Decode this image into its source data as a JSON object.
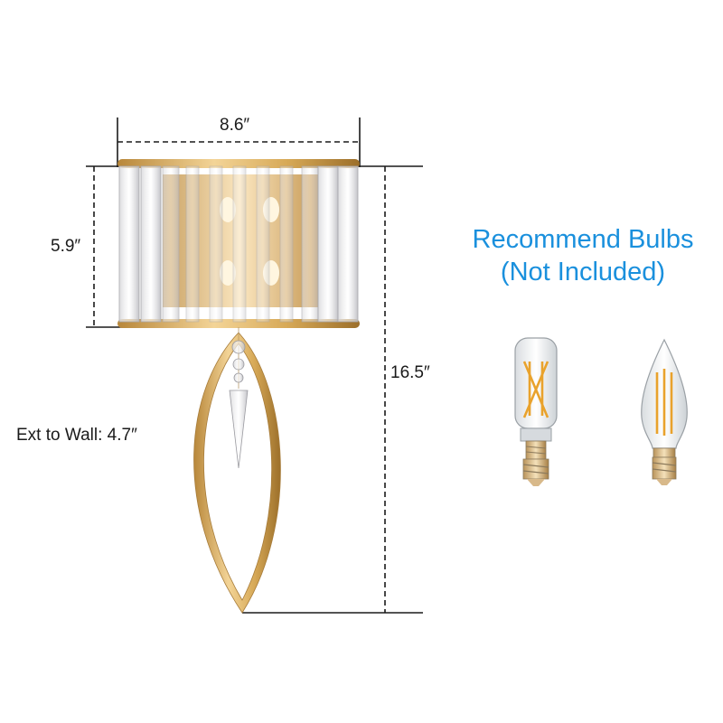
{
  "dimensions": {
    "width": "8.6″",
    "shade_height": "5.9″",
    "total_height": "16.5″",
    "extension": "Ext to Wall: 4.7″"
  },
  "bulbs": {
    "title_line1": "Recommend Bulbs",
    "title_line2": "(Not Included)",
    "items": [
      "tubular-led-filament-bulb",
      "candle-led-filament-bulb"
    ]
  },
  "colors": {
    "title_blue": "#1a90dd",
    "gold": "#d8a955",
    "filament": "#e9a22c"
  }
}
